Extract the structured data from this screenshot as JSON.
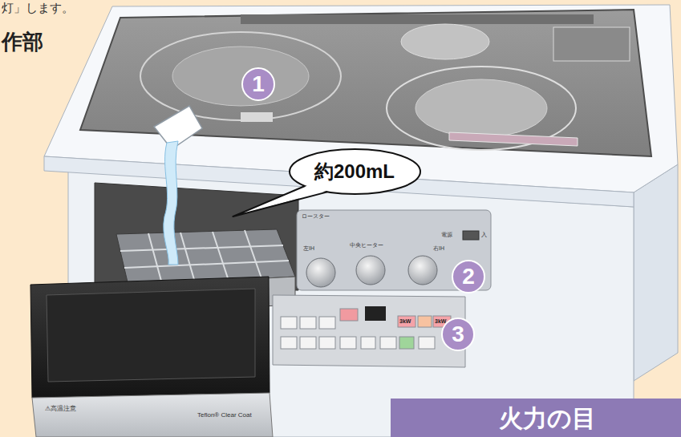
{
  "diagram": {
    "nodes": [
      {
        "text": [
          "1"
        ]
      },
      {
        "text": [
          "約200mL"
        ]
      },
      {
        "text": [
          "2"
        ]
      },
      {
        "text": [
          "3"
        ]
      },
      {
        "text": [
          "火力の目"
        ]
      }
    ],
    "labels": [
      "灯」します。",
      "作部",
      "ロースター",
      "中央ヒーター",
      "左IH",
      "右IH",
      "電源",
      "入",
      "3kW",
      "3kW",
      "⚠高温注意",
      "Teflon® Clear Coat"
    ]
  }
}
